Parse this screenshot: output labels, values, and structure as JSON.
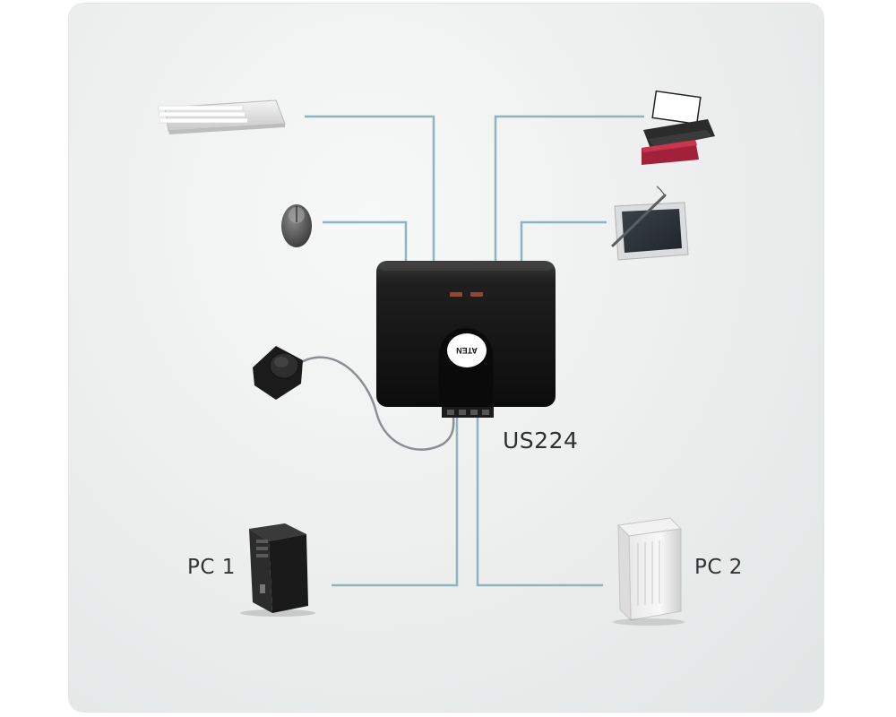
{
  "diagram": {
    "hub": {
      "model": "US224",
      "brand": "ATEN"
    },
    "computers": [
      {
        "label": "PC 1"
      },
      {
        "label": "PC 2"
      }
    ],
    "peripherals": [
      {
        "icon": "keyboard-icon"
      },
      {
        "icon": "mouse-icon"
      },
      {
        "icon": "printer-icon"
      },
      {
        "icon": "drawing-tablet-icon"
      },
      {
        "icon": "remote-switch-icon"
      }
    ],
    "colors": {
      "cable": "#8fb3bf",
      "hub_body": "#1e1e1e",
      "background": "#eceeee"
    }
  }
}
